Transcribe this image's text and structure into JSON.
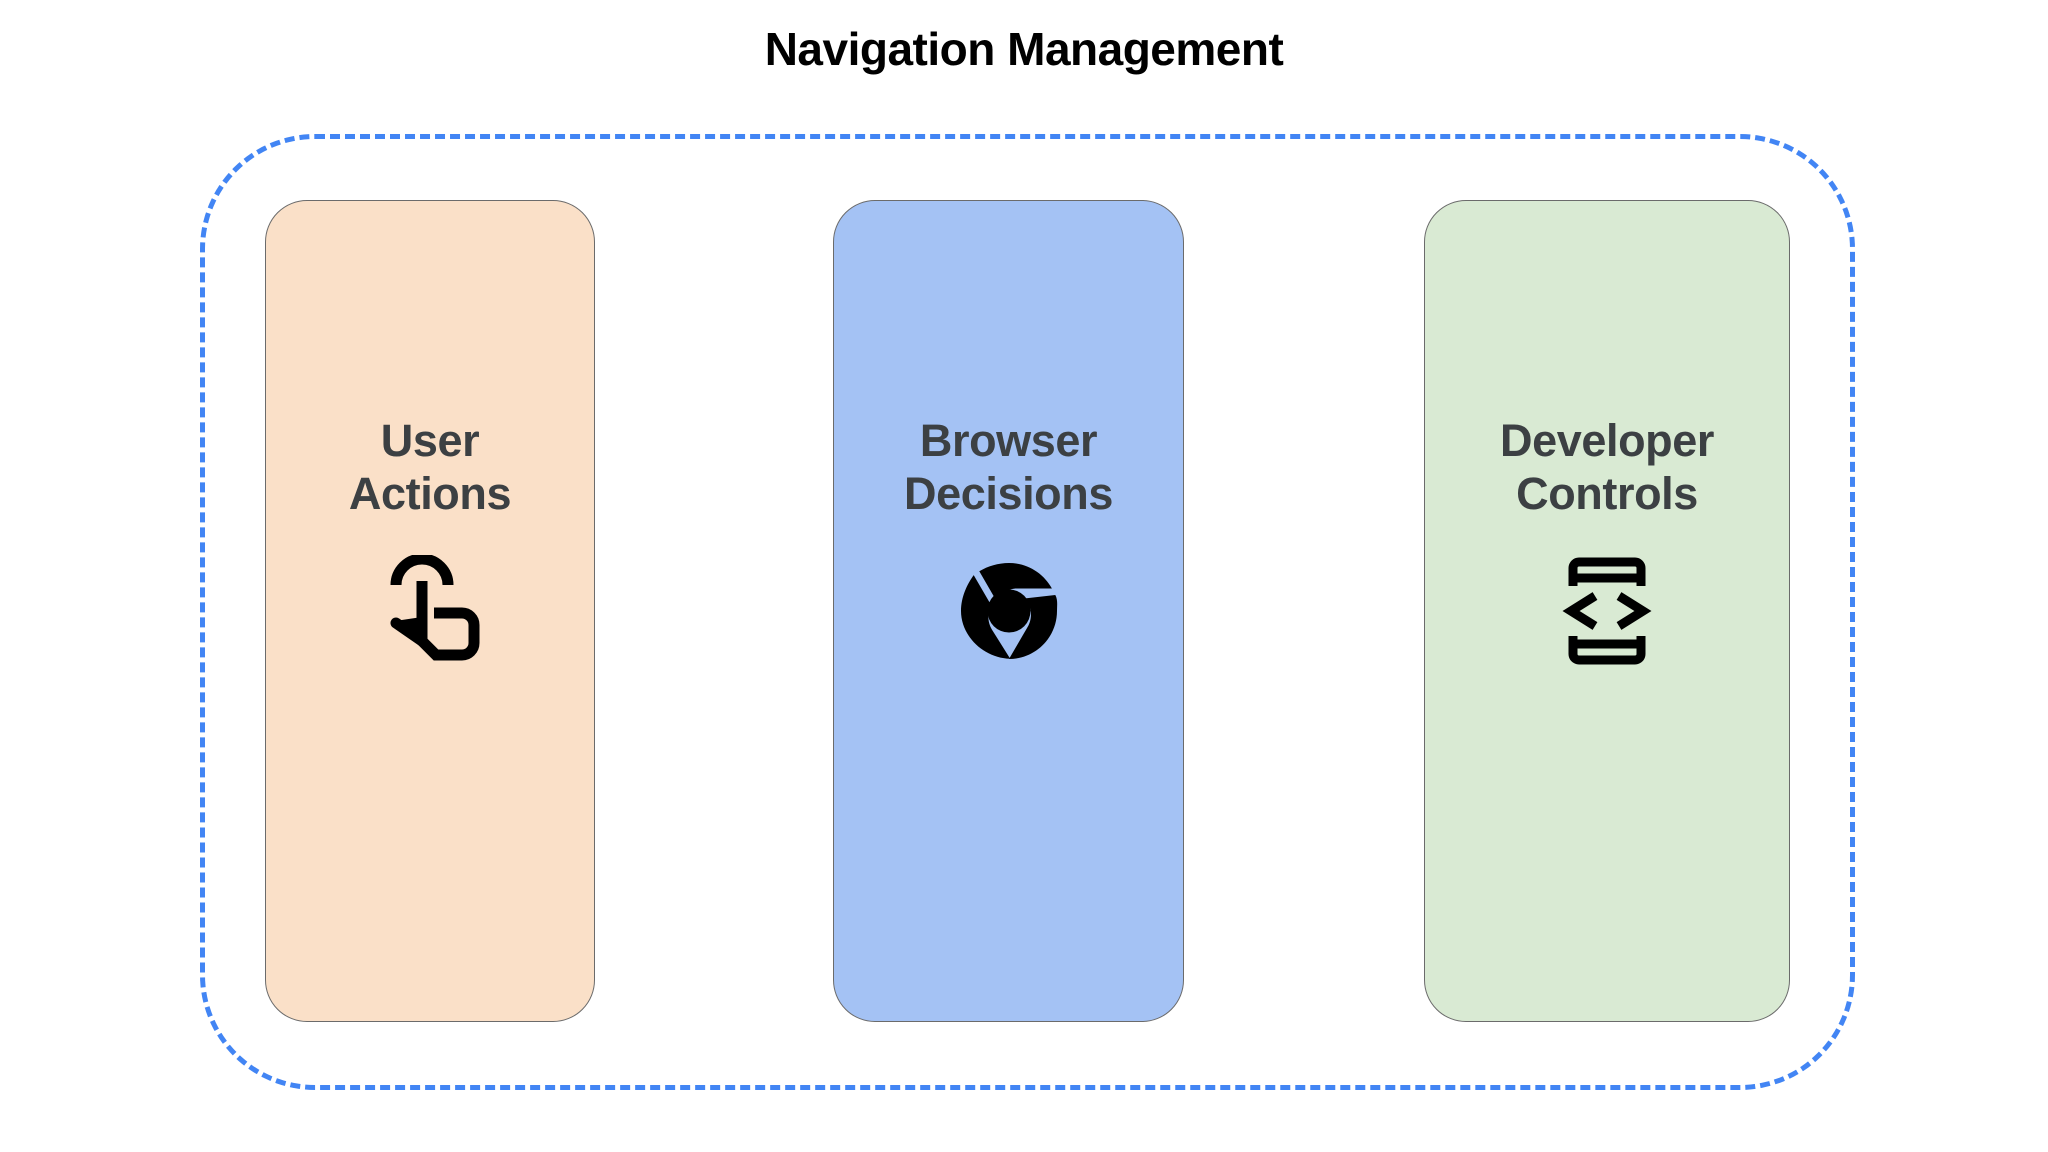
{
  "page": {
    "title": "Navigation Management",
    "background": "#ffffff"
  },
  "group": {
    "name": "navigation-management-group",
    "border_color": "#4285f4",
    "border_style": "dashed"
  },
  "cards": [
    {
      "id": "user-actions",
      "label": "User\nActions",
      "line1": "User",
      "line2": "Actions",
      "fill": "#fae0c8",
      "border": "#6b6b6b",
      "text_color": "#3c4043",
      "icon": "touch-gesture-icon"
    },
    {
      "id": "browser-decisions",
      "label": "Browser\nDecisions",
      "line1": "Browser",
      "line2": "Decisions",
      "fill": "#a4c2f4",
      "border": "#6b6b6b",
      "text_color": "#3c4043",
      "icon": "chrome-browser-icon"
    },
    {
      "id": "developer-controls",
      "label": "Developer\nControls",
      "line1": "Developer",
      "line2": "Controls",
      "fill": "#d9ead3",
      "border": "#6b6b6b",
      "text_color": "#3c4043",
      "icon": "developer-mode-icon"
    }
  ]
}
